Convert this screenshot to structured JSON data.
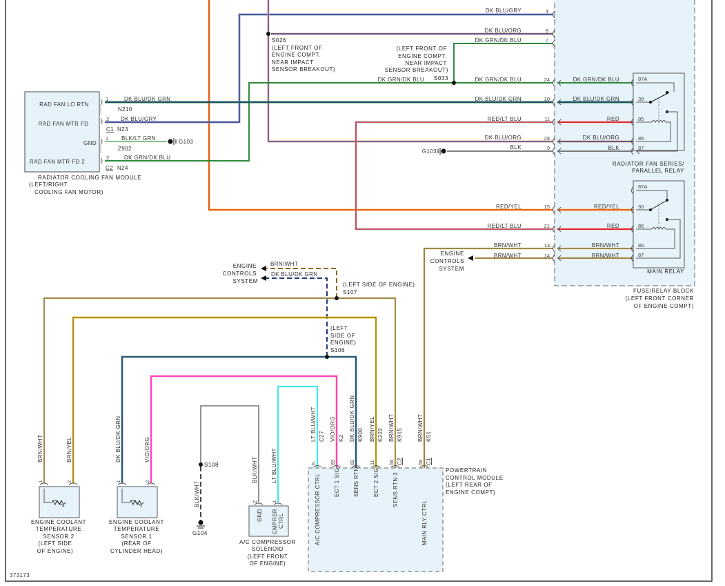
{
  "diagram_id": "373173",
  "colors": {
    "DK_BLU": "#2a3f8f",
    "DK_GRN": "#2f8a3c",
    "GRY": "#9aa0b8",
    "ORG": "#f0a060",
    "RED": "#e8252a",
    "LT_BLU": "#7fd0f0",
    "YEL": "#e8c830",
    "BRN": "#8a6a1e",
    "WHT": "#e8e0c8",
    "BLK": "#555555",
    "LT_GRN": "#8fd88f",
    "VIO": "#c040c0",
    "PNK": "#ff50d0",
    "CYAN": "#40e8f0",
    "module_fill": "#e6f3fa"
  },
  "fan_module": {
    "pins": [
      "RAD FAN LO RTN",
      "RAD FAN MTR FD",
      "GND",
      "RAD FAN MTR FD 2"
    ],
    "wires": [
      {
        "pin": "1",
        "color": "DK BLU/DK GRN",
        "circuit": "N210"
      },
      {
        "pin": "2",
        "color": "DK BLU/GRY",
        "circuit": "N23",
        "connector": "C1"
      },
      {
        "pin": "1",
        "color": "BLK/LT GRN",
        "circuit": "Z902",
        "ground": "G103"
      },
      {
        "pin": "2",
        "color": "DK GRN/DK BLU",
        "circuit": "N24",
        "connector": "C2"
      }
    ],
    "name_lines": [
      "RADIATOR COOLING FAN MODULE",
      "(LEFT/RIGHT",
      "COOLING FAN MOTOR)"
    ]
  },
  "splices": {
    "s026": {
      "id": "S026",
      "lines": [
        "(LEFT FRONT OF",
        "ENGINE COMPT.",
        "NEAR IMPACT",
        "SENSOR BREAKOUT)"
      ]
    },
    "s033": {
      "id": "S033",
      "lines": [
        "(LEFT FRONT OF",
        "ENGINE COMPT.",
        "NEAR IMPACT",
        "SENSOR BREAKOUT)"
      ]
    },
    "s107": {
      "id": "S107",
      "location": "(LEFT SIDE OF ENGINE)"
    },
    "s106": {
      "id": "S106",
      "lines": [
        "(LEFT",
        "SIDE OF",
        "ENGINE)"
      ]
    },
    "s108": {
      "id": "S108"
    }
  },
  "fuse_block": {
    "wires_left": [
      {
        "pin": "4",
        "color": "DK BLU/GRY"
      },
      {
        "pin": "8",
        "color": "DK BLU/ORG"
      },
      {
        "pin": "7",
        "color": "DK GRN/DK BLU"
      },
      {
        "pin": "24",
        "color": "DK GRN/DK BLU",
        "left_color": "DK GRN/DK BLU"
      },
      {
        "pin": "10",
        "color": "DK BLU/DK GRN"
      },
      {
        "pin": "11",
        "color": "RED/LT BLU"
      },
      {
        "pin": "28",
        "color": "DK BLU/ORG"
      },
      {
        "pin": "9",
        "color": "BLK",
        "ground": "G103"
      },
      {
        "pin": "15",
        "color": "RED/YEL"
      },
      {
        "pin": "21",
        "color": "RED/LT BLU"
      },
      {
        "pin": "13",
        "color": "BRN/WHT"
      },
      {
        "pin": "14",
        "color": "BRN/WHT"
      }
    ],
    "name_lines": [
      "FUSE/RELAY BLOCK",
      "(LEFT FRONT CORNER",
      "OF ENGINE COMPT)"
    ]
  },
  "fan_relay": {
    "name_lines": [
      "RADIATOR FAN SERIES/",
      "PARALLEL RELAY"
    ],
    "terminals": [
      {
        "pin": "87A",
        "wire": "DK GRN/DK BLU"
      },
      {
        "pin": "30",
        "wire": "DK BLU/DK GRN"
      },
      {
        "pin": "85",
        "wire": "RED"
      },
      {
        "pin": "86",
        "wire": "DK BLU/ORG"
      },
      {
        "pin": "87",
        "wire": "BLK"
      }
    ]
  },
  "main_relay": {
    "name": "MAIN RELAY",
    "terminals": [
      {
        "pin": "87A",
        "wire": ""
      },
      {
        "pin": "30",
        "wire": "RED/YEL"
      },
      {
        "pin": "85",
        "wire": "RED"
      },
      {
        "pin": "86",
        "wire": "BRN/WHT"
      },
      {
        "pin": "87",
        "wire": "BRN/WHT"
      }
    ]
  },
  "engine_controls": {
    "lines": [
      "ENGINE",
      "CONTROLS",
      "SYSTEM"
    ],
    "upper_wires": [
      "BRN/WHT",
      "DK BLU/DK GRN"
    ]
  },
  "ect2": {
    "name_lines": [
      "ENGINE COOLANT",
      "TEMPERATURE",
      "SENSOR 2",
      "(LEFT SIDE",
      "OF ENGINE)"
    ],
    "wires": [
      {
        "pin": "1",
        "color": "BRN/WHT"
      },
      {
        "pin": "2",
        "color": "BRN/YEL"
      }
    ]
  },
  "ect1": {
    "name_lines": [
      "ENGINE COOLANT",
      "TEMPERATURE",
      "SENSOR 1",
      "(REAR OF",
      "CYLINDER HEAD)"
    ],
    "wires": [
      {
        "pin": "1",
        "color": "DK BLU/DK GRN"
      },
      {
        "pin": "2",
        "color": "VIO/ORG"
      }
    ]
  },
  "ac_solenoid": {
    "name_lines": [
      "A/C COMPRESSOR",
      "SOLENOID",
      "(LEFT FRONT",
      "OF ENGINE)"
    ],
    "pins": [
      {
        "pin": "2",
        "label": "GND",
        "wire": "BLK/WHT"
      },
      {
        "pin": "1",
        "label": "CMPRSR CTRL",
        "label_lines": [
          "CMPRSR",
          "CTRL"
        ],
        "wire": "LT BLU/WHT"
      }
    ],
    "ground_wire": "BLK/WHT",
    "ground": "G104"
  },
  "pcm": {
    "name_lines": [
      "POWERTRAIN",
      "CONTROL MODULE",
      "(LEFT REAR OF",
      "ENGINE COMPT)"
    ],
    "pins": [
      {
        "pin": "6",
        "label": "A/C COMPRESSOR CTRL",
        "wire": "LT BLU/WHT",
        "circuit": "C27"
      },
      {
        "pin": "83",
        "label": "ECT 1 SIG",
        "wire": "VIO/ORG",
        "circuit": "K2"
      },
      {
        "pin": "82",
        "label": "SENS RTN",
        "wire": "DK BLU/DK GRN",
        "circuit": "K900"
      },
      {
        "pin": "11",
        "label": "ECT 2 SIG",
        "wire": "BRN/YEL",
        "circuit": "K222"
      },
      {
        "pin": "56",
        "label": "SENS RTN 3",
        "wire": "BRN/WHT",
        "circuit": "K915",
        "connector": "C2"
      },
      {
        "pin": "58",
        "label": "MAIN RLY CTRL",
        "wire": "BRN/WHT",
        "circuit": "K51",
        "connector": "C1"
      }
    ]
  }
}
